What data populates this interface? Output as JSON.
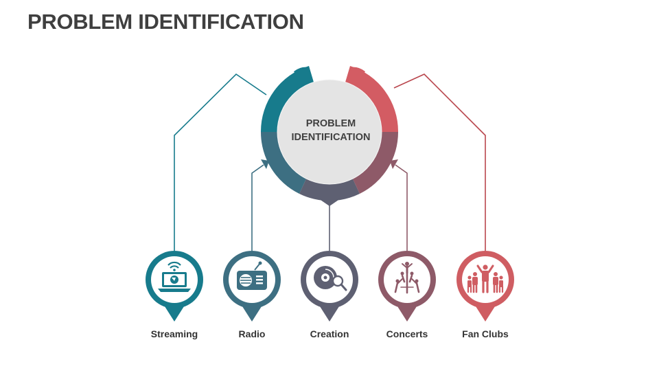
{
  "title": "PROBLEM IDENTIFICATION",
  "hub": {
    "line1": "PROBLEM",
    "line2": "IDENTIFICATION"
  },
  "items": [
    {
      "label": "Streaming",
      "icon": "laptop-wifi-icon",
      "color": "#177b8c"
    },
    {
      "label": "Radio",
      "icon": "radio-icon",
      "color": "#3d6f82"
    },
    {
      "label": "Creation",
      "icon": "disc-search-icon",
      "color": "#5e6072"
    },
    {
      "label": "Concerts",
      "icon": "concert-crowd-icon",
      "color": "#8e5a68"
    },
    {
      "label": "Fan Clubs",
      "icon": "fan-club-icon",
      "color": "#cf5d62"
    }
  ],
  "colors": {
    "teal": "#177b8c",
    "teal_mid": "#3d6f82",
    "slate": "#5e6072",
    "mauve": "#8e5a68",
    "coral": "#cf5d62",
    "title": "#3f3f3f"
  }
}
